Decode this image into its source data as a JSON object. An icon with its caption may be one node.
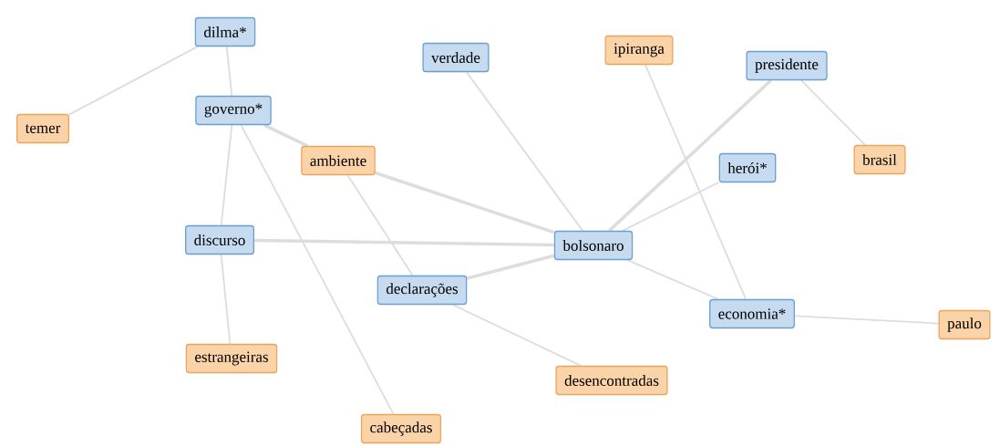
{
  "diagram": {
    "nodes": [
      {
        "text": [
          "dilma*"
        ]
      },
      {
        "text": [
          "temer"
        ]
      },
      {
        "text": [
          "governo*"
        ]
      },
      {
        "text": [
          "verdade"
        ]
      },
      {
        "text": [
          "ipiranga"
        ]
      },
      {
        "text": [
          "presidente"
        ]
      },
      {
        "text": [
          "ambiente"
        ]
      },
      {
        "text": [
          "herói*"
        ]
      },
      {
        "text": [
          "brasil"
        ]
      },
      {
        "text": [
          "discurso"
        ]
      },
      {
        "text": [
          "bolsonaro"
        ]
      },
      {
        "text": [
          "declarações"
        ]
      },
      {
        "text": [
          "economia*"
        ]
      },
      {
        "text": [
          "paulo"
        ]
      },
      {
        "text": [
          "estrangeiras"
        ]
      },
      {
        "text": [
          "desencontradas"
        ]
      },
      {
        "text": [
          "cabeçadas"
        ]
      }
    ],
    "edges": [
      {
        "from": 0,
        "to": 1,
        "arrow": "none"
      },
      {
        "from": 0,
        "to": 2,
        "arrow": "none"
      },
      {
        "from": 2,
        "to": 9,
        "arrow": "none"
      },
      {
        "from": 2,
        "to": 16,
        "arrow": "none"
      },
      {
        "from": 2,
        "to": 6,
        "arrow": "none",
        "style": "thick"
      },
      {
        "from": 6,
        "to": 10,
        "arrow": "none",
        "style": "thick"
      },
      {
        "from": 6,
        "to": 11,
        "arrow": "none"
      },
      {
        "from": 9,
        "to": 10,
        "arrow": "none",
        "style": "thick"
      },
      {
        "from": 9,
        "to": 14,
        "arrow": "none"
      },
      {
        "from": 11,
        "to": 10,
        "arrow": "none",
        "style": "thick"
      },
      {
        "from": 11,
        "to": 15,
        "arrow": "none"
      },
      {
        "from": 3,
        "to": 10,
        "arrow": "none"
      },
      {
        "from": 5,
        "to": 10,
        "arrow": "none",
        "style": "thick"
      },
      {
        "from": 5,
        "to": 8,
        "arrow": "none"
      },
      {
        "from": 7,
        "to": 10,
        "arrow": "none"
      },
      {
        "from": 4,
        "to": 12,
        "arrow": "none"
      },
      {
        "from": 10,
        "to": 12,
        "arrow": "none"
      },
      {
        "from": 12,
        "to": 13,
        "arrow": "none"
      }
    ]
  }
}
